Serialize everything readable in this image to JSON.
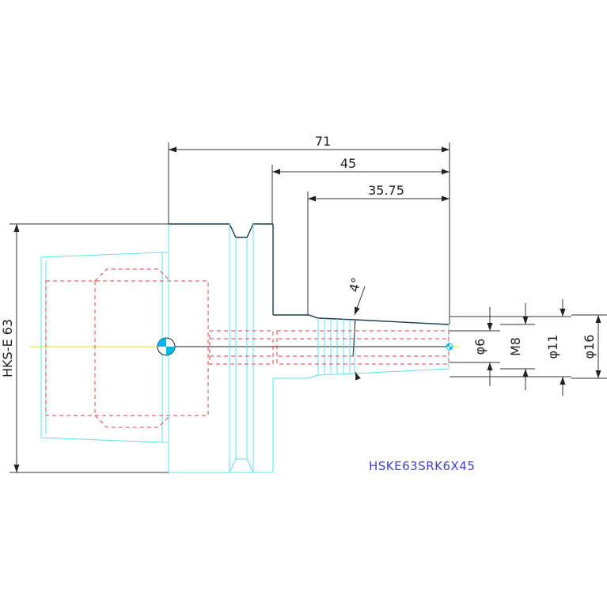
{
  "dimensions": {
    "overall_length": "71",
    "shank_length": "45",
    "bore_depth": "35.75",
    "taper_angle": "4°",
    "diameter_6": "φ6",
    "thread_m8": "M8",
    "diameter_11": "φ11",
    "diameter_16": "φ16",
    "interface": "HKS-E 63"
  },
  "part_number": "HSKE63SRK6X45",
  "colors": {
    "outline": "#5fdff0",
    "hidden": "#e04040",
    "dimension": "#333333",
    "label": "#3f3fc8",
    "centerline": "#e6e61a",
    "datum_marker": "#00b7e6"
  }
}
